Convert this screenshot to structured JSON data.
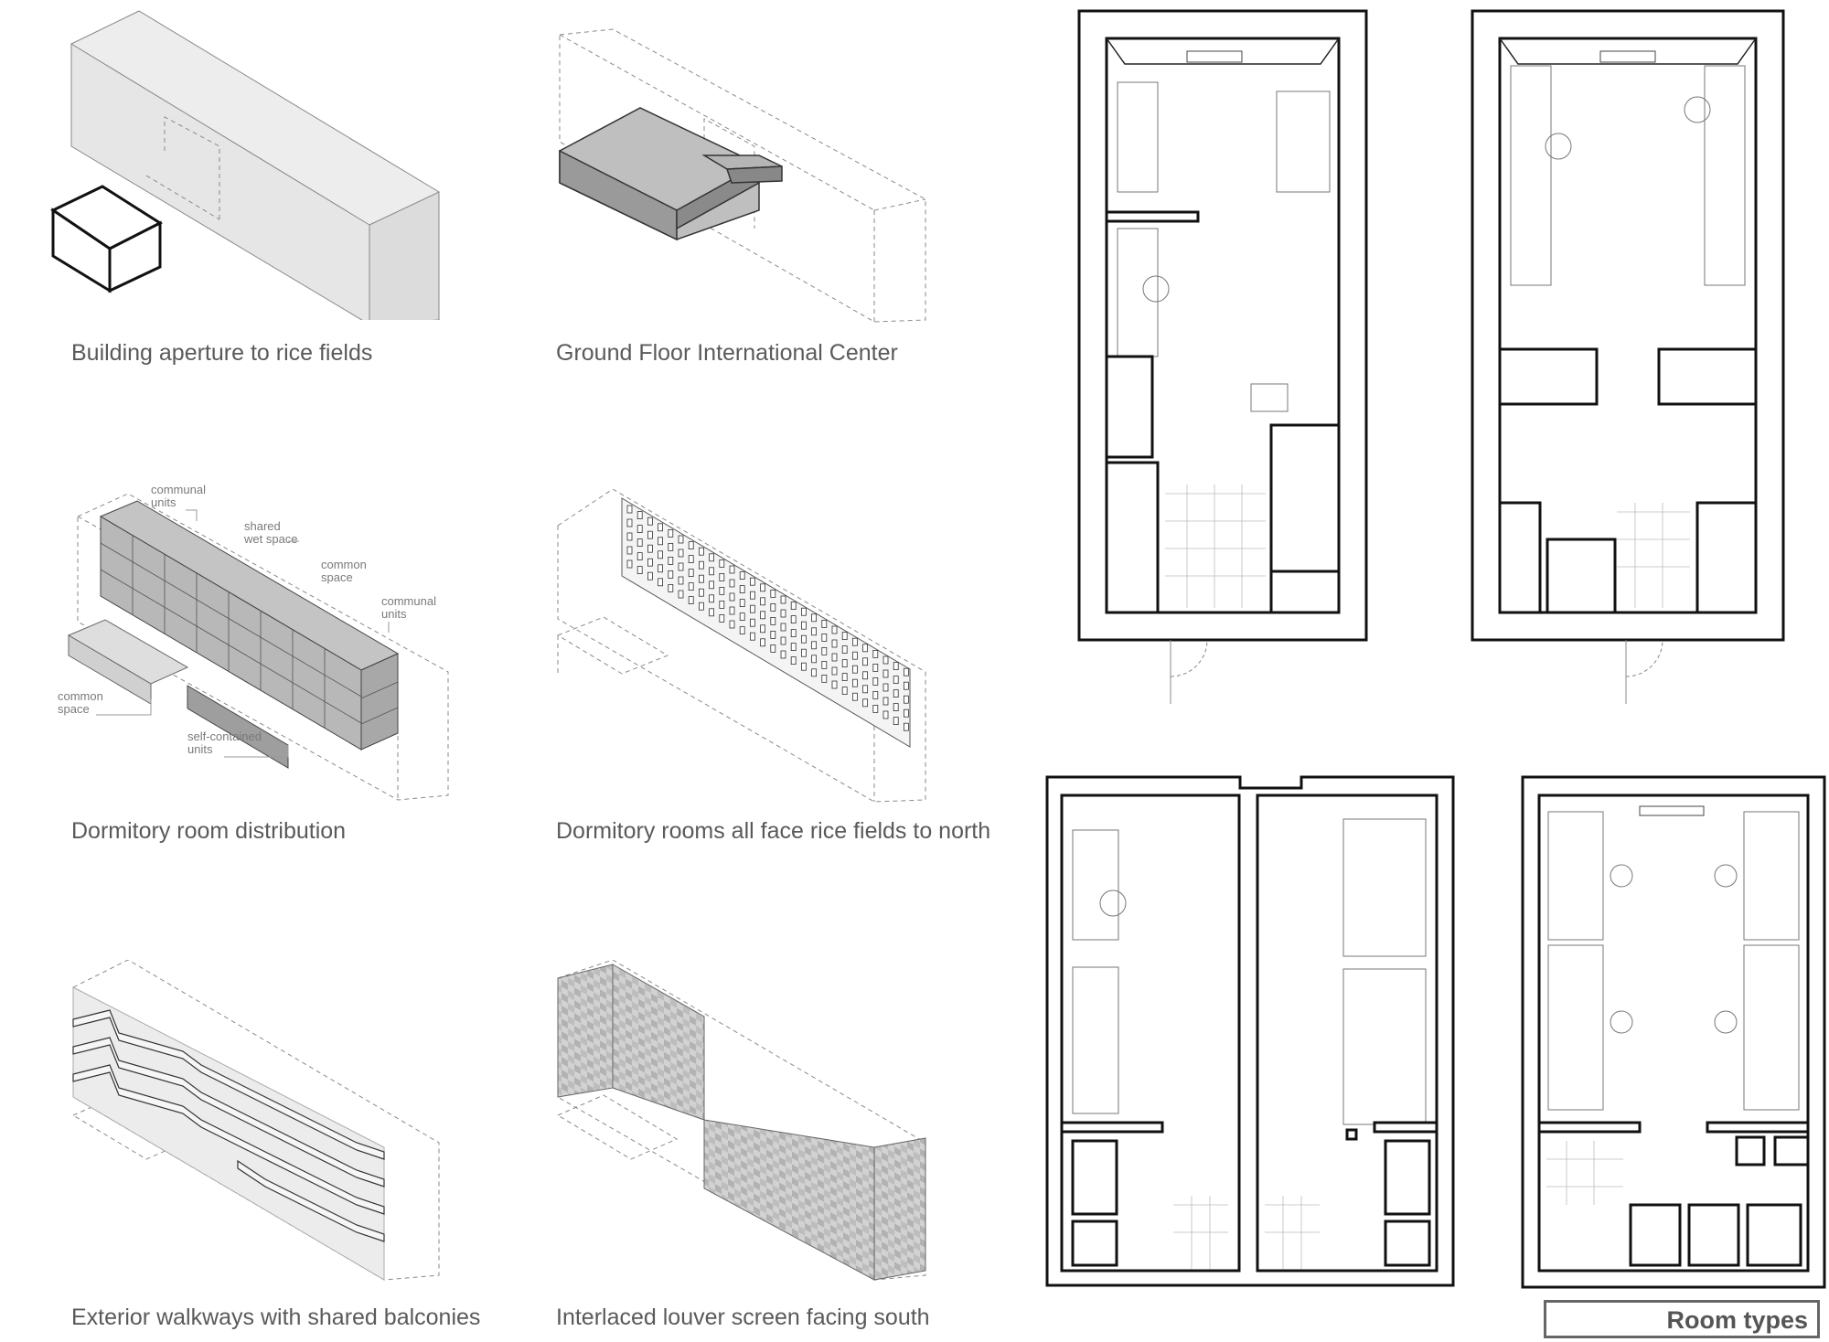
{
  "diagrams": [
    {
      "id": "aperture",
      "caption": "Building aperture to rice fields"
    },
    {
      "id": "ground-floor",
      "caption": "Ground Floor International Center"
    },
    {
      "id": "distribution",
      "caption": "Dormitory room distribution",
      "annotations": {
        "communal_units_1": [
          "communal",
          "units"
        ],
        "shared_wet_space": [
          "shared",
          "wet space"
        ],
        "common_space_1": [
          "common",
          "space"
        ],
        "communal_units_2": [
          "communal",
          "units"
        ],
        "common_space_2": [
          "common",
          "space"
        ],
        "self_contained": [
          "self-contained",
          "units"
        ]
      }
    },
    {
      "id": "face-north",
      "caption": "Dormitory rooms all face rice fields to north"
    },
    {
      "id": "walkways",
      "caption": "Exterior walkways with shared balconies"
    },
    {
      "id": "louver",
      "caption": "Interlaced louver screen facing south"
    }
  ],
  "legend": {
    "label": "Room types"
  },
  "colors": {
    "line": "#333333",
    "dash": "#8a8a8a",
    "volume": "#ececec",
    "unit": "#c8c8c8",
    "caption": "#5a5a5a"
  }
}
